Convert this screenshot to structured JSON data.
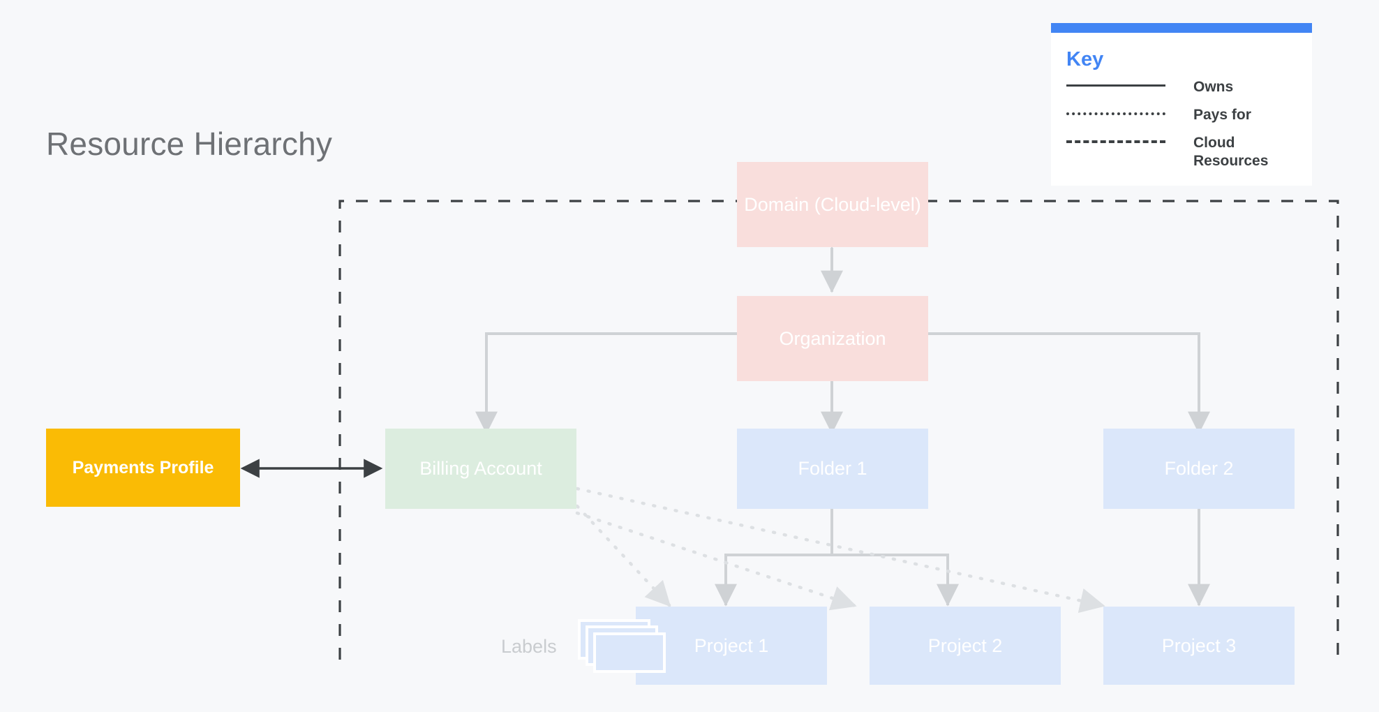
{
  "page": {
    "title": "Resource Hierarchy",
    "background_color": "#F7F8FA"
  },
  "legend": {
    "heading": "Key",
    "accent_color": "#4285F4",
    "items": [
      {
        "style": "solid",
        "label": "Owns"
      },
      {
        "style": "dotted",
        "label": "Pays for"
      },
      {
        "style": "dashed",
        "label": "Cloud Resources"
      }
    ]
  },
  "nodes": {
    "domain": {
      "label": "Domain (Cloud-level)",
      "color": "#F9DEDC"
    },
    "organization": {
      "label": "Organization",
      "color": "#F9DEDC"
    },
    "billing_account": {
      "label": "Billing Account",
      "color": "#DCEDDF"
    },
    "folder1": {
      "label": "Folder 1",
      "color": "#DBE7FA"
    },
    "folder2": {
      "label": "Folder 2",
      "color": "#DBE7FA"
    },
    "project1": {
      "label": "Project 1",
      "color": "#DBE7FA"
    },
    "project2": {
      "label": "Project 2",
      "color": "#DBE7FA"
    },
    "project3": {
      "label": "Project 3",
      "color": "#DBE7FA"
    },
    "payments_profile": {
      "label": "Payments Profile",
      "color": "#FABB05"
    },
    "labels": {
      "label": "Labels",
      "color": "#C9CCCF"
    }
  },
  "boundary": {
    "name": "Cloud Resources boundary",
    "style": "dashed"
  },
  "chart_data": {
    "type": "diagram",
    "title": "Resource Hierarchy",
    "nodes": [
      {
        "id": "domain",
        "label": "Domain (Cloud-level)",
        "fill": "#F9DEDC"
      },
      {
        "id": "organization",
        "label": "Organization",
        "fill": "#F9DEDC"
      },
      {
        "id": "billing_account",
        "label": "Billing Account",
        "fill": "#DCEDDF"
      },
      {
        "id": "folder1",
        "label": "Folder 1",
        "fill": "#DBE7FA"
      },
      {
        "id": "folder2",
        "label": "Folder 2",
        "fill": "#DBE7FA"
      },
      {
        "id": "project1",
        "label": "Project 1",
        "fill": "#DBE7FA"
      },
      {
        "id": "project2",
        "label": "Project 2",
        "fill": "#DBE7FA"
      },
      {
        "id": "project3",
        "label": "Project 3",
        "fill": "#DBE7FA"
      },
      {
        "id": "payments_profile",
        "label": "Payments Profile",
        "fill": "#FABB05"
      }
    ],
    "edges": [
      {
        "from": "domain",
        "to": "organization",
        "relation": "Owns",
        "style": "solid",
        "arrow": "both"
      },
      {
        "from": "organization",
        "to": "billing_account",
        "relation": "Owns",
        "style": "solid",
        "arrow": "to"
      },
      {
        "from": "organization",
        "to": "folder1",
        "relation": "Owns",
        "style": "solid",
        "arrow": "to"
      },
      {
        "from": "organization",
        "to": "folder2",
        "relation": "Owns",
        "style": "solid",
        "arrow": "to"
      },
      {
        "from": "folder1",
        "to": "project1",
        "relation": "Owns",
        "style": "solid",
        "arrow": "to"
      },
      {
        "from": "folder1",
        "to": "project2",
        "relation": "Owns",
        "style": "solid",
        "arrow": "to"
      },
      {
        "from": "folder2",
        "to": "project3",
        "relation": "Owns",
        "style": "solid",
        "arrow": "to"
      },
      {
        "from": "payments_profile",
        "to": "billing_account",
        "relation": "Owns",
        "style": "solid",
        "arrow": "both"
      },
      {
        "from": "billing_account",
        "to": "project1",
        "relation": "Pays for",
        "style": "dotted",
        "arrow": "to"
      },
      {
        "from": "billing_account",
        "to": "project2",
        "relation": "Pays for",
        "style": "dotted",
        "arrow": "to"
      },
      {
        "from": "billing_account",
        "to": "project3",
        "relation": "Pays for",
        "style": "dotted",
        "arrow": "to"
      }
    ],
    "groups": [
      {
        "label": "Cloud Resources",
        "style": "dashed",
        "members": [
          "domain",
          "organization",
          "billing_account",
          "folder1",
          "folder2",
          "project1",
          "project2",
          "project3"
        ]
      }
    ]
  }
}
